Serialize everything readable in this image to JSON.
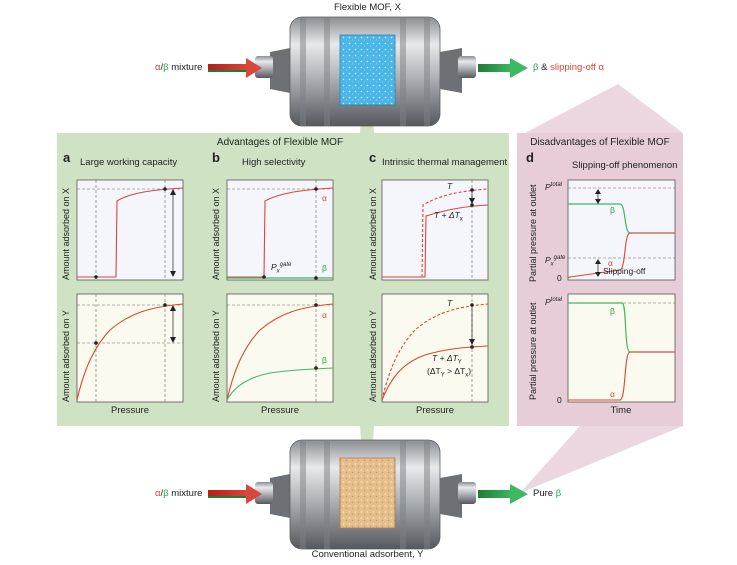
{
  "top_label": "Flexible MOF, X",
  "bottom_label": "Conventional adsorbent, Y",
  "top_inlet": {
    "a": "α",
    "slash": "/",
    "b": "β",
    "rest": " mixture"
  },
  "top_outlet": {
    "b": "β",
    "amp": " & ",
    "rest": "slipping-off α"
  },
  "bottom_inlet": {
    "a": "α",
    "slash": "/",
    "b": "β",
    "rest": " mixture"
  },
  "bottom_outlet": {
    "pre": "Pure ",
    "b": "β"
  },
  "advantages_title": "Advantages of Flexible MOF",
  "disadvantages_title": "Disadvantages of Flexible MOF",
  "panels": {
    "a": {
      "letter": "a",
      "subtitle": "Large working capacity",
      "ylab_top": "Amount adsorbed on X",
      "ylab_bottom": "Amount adsorbed on Y",
      "xlab": "Pressure"
    },
    "b": {
      "letter": "b",
      "subtitle": "High selectivity",
      "ylab_top": "Amount adsorbed on X",
      "ylab_bottom": "Amount adsorbed on Y",
      "xlab": "Pressure",
      "alpha": "α",
      "beta": "β",
      "p_gate": "P",
      "p_gate_sub": "x",
      "p_gate_sup": "gate"
    },
    "c": {
      "letter": "c",
      "subtitle": "Intrinsic thermal management",
      "ylab_top": "Amount adsorbed on X",
      "ylab_bottom": "Amount adsorbed on Y",
      "xlab": "Pressure",
      "t": "T",
      "t_dx": "T + ΔT",
      "t_dx_sub": "x",
      "t_dy": "T + ΔT",
      "t_dy_sub": "Y",
      "cmp": "(ΔT",
      "cmp_sub1": "Y",
      "cmp_mid": " > ΔT",
      "cmp_sub2": "x",
      "cmp_end": ")"
    },
    "d": {
      "letter": "d",
      "subtitle": "Slipping-off phenomenon",
      "ylab_top": "Partial pressure at outlet",
      "ylab_bottom": "Partial pressure at outlet",
      "xlab": "Time",
      "p_total": "P",
      "p_total_sup": "total",
      "p_gate": "P",
      "p_gate_sub": "x",
      "p_gate_sup": "gate",
      "zero": "0",
      "beta": "β",
      "alpha": "α",
      "slipping": "Slipping-off"
    }
  },
  "colors": {
    "alpha": "#d9463a",
    "beta": "#3fb863",
    "green_bg": "#cfe3c4",
    "pink_bg": "#e7cdd8"
  }
}
